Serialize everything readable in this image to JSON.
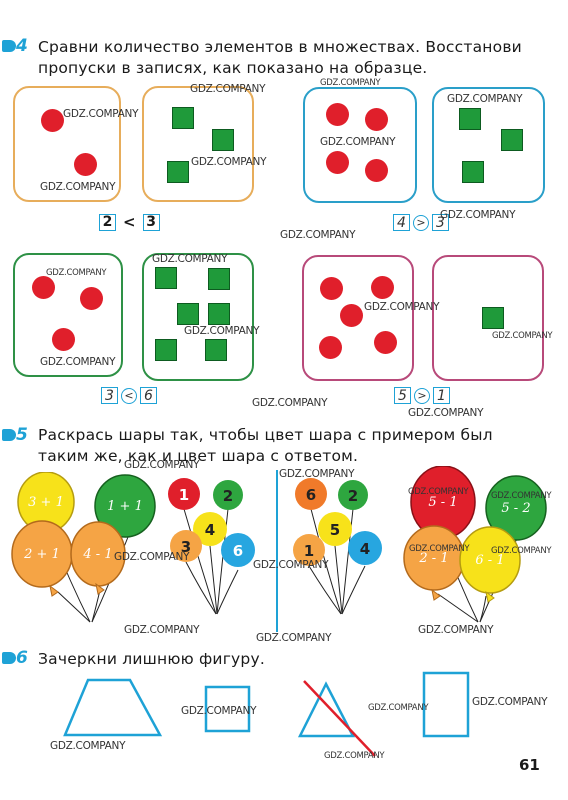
{
  "tasks": {
    "t4": {
      "num": "4",
      "line1": "Сравни  количество  элементов  в  множествах.  Восстанови",
      "line2": "пропуски в записях, как показано на образце."
    },
    "t5": {
      "num": "5",
      "line1": "Раскрась шары так, чтобы  цвет шара с примером был",
      "line2": "таким же, как и цвет шара с ответом."
    },
    "t6": {
      "num": "6",
      "line1": "Зачеркни лишнюю фигуру."
    }
  },
  "comparisons": {
    "c1": {
      "left": "2",
      "op": "<",
      "right": "3"
    },
    "c2": {
      "left": "4",
      "op": ">",
      "right": "3"
    },
    "c3": {
      "left": "3",
      "op": "<",
      "right": "6"
    },
    "c4": {
      "left": "5",
      "op": ">",
      "right": "1"
    }
  },
  "balloons": {
    "left_examples": [
      "3 + 1",
      "1 + 1",
      "2 + 1",
      "4 - 1"
    ],
    "left_answers": [
      "1",
      "2",
      "4",
      "3",
      "6"
    ],
    "right_answers": [
      "6",
      "2",
      "5",
      "1",
      "4"
    ],
    "right_examples": [
      "5 - 1",
      "5 - 2",
      "2 - 1",
      "6 - 1"
    ]
  },
  "watermark": "GDZ.COMPANY",
  "page_number": "61",
  "colors": {
    "accent": "#1ea2d6",
    "red": "#e01f2b",
    "green": "#1f9a3a",
    "yellow": "#f7e21a",
    "orange": "#f5a445",
    "blue": "#27a6e0"
  }
}
